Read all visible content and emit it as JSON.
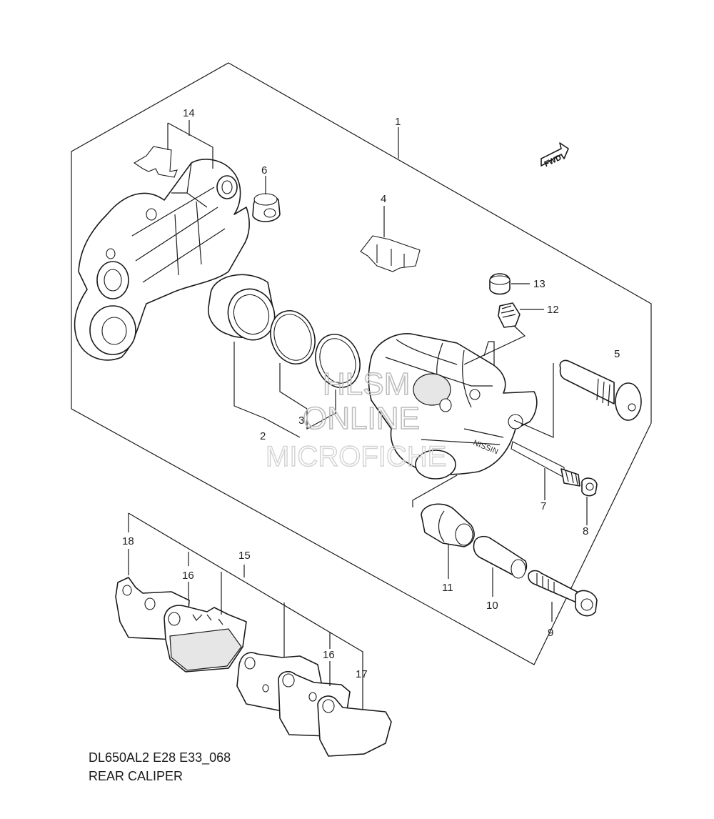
{
  "diagram": {
    "model_code": "DL650AL2 E28 E33_068",
    "section_title": "REAR CALIPER",
    "fwd_label": "FWD",
    "watermark": [
      "HLSM",
      "ONLINE",
      "MICROFICHE"
    ],
    "callouts": [
      "1",
      "2",
      "3",
      "4",
      "5",
      "6",
      "7",
      "8",
      "9",
      "10",
      "11",
      "12",
      "13",
      "14",
      "15",
      "16",
      "16",
      "17",
      "18"
    ],
    "parts": [
      {
        "callout": "1",
        "name": "caliper-assembly-outline"
      },
      {
        "callout": "2",
        "name": "piston"
      },
      {
        "callout": "3",
        "name": "piston-seals"
      },
      {
        "callout": "4",
        "name": "pad-spring"
      },
      {
        "callout": "5",
        "name": "slide-pin"
      },
      {
        "callout": "6",
        "name": "pin-boot"
      },
      {
        "callout": "7",
        "name": "pad-mounting-pin"
      },
      {
        "callout": "8",
        "name": "pin-plug"
      },
      {
        "callout": "9",
        "name": "bolt"
      },
      {
        "callout": "10",
        "name": "sleeve"
      },
      {
        "callout": "11",
        "name": "boot"
      },
      {
        "callout": "12",
        "name": "bleeder-valve"
      },
      {
        "callout": "13",
        "name": "bleeder-cap"
      },
      {
        "callout": "14",
        "name": "caliper-bracket"
      },
      {
        "callout": "15",
        "name": "pad-set"
      },
      {
        "callout": "16",
        "name": "brake-pad"
      },
      {
        "callout": "17",
        "name": "shim"
      },
      {
        "callout": "18",
        "name": "shim-outer"
      }
    ]
  }
}
